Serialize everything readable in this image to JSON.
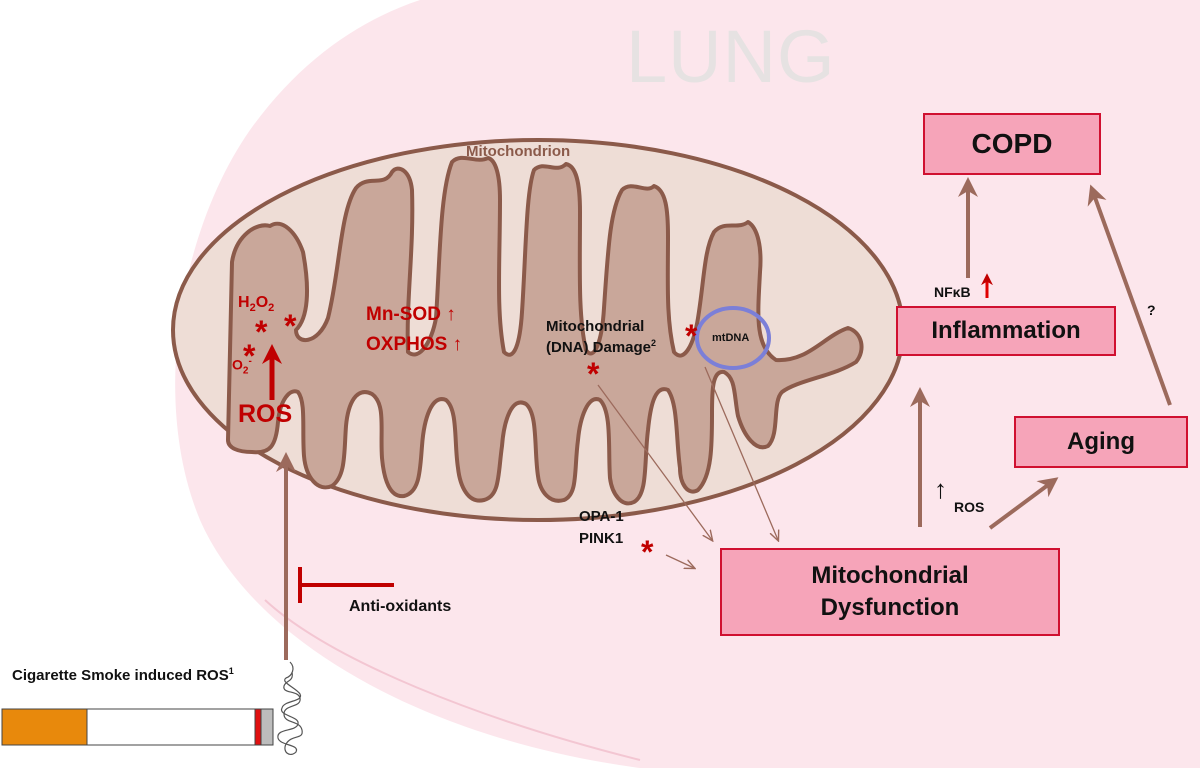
{
  "lung": {
    "label": "LUNG"
  },
  "mitochondrion": {
    "label": "Mitochondrion"
  },
  "ros_cluster": {
    "h2o2_main": "H",
    "h2o2_sub1": "2",
    "h2o2_mid": "O",
    "h2o2_sub2": "2",
    "o2_main": "O",
    "o2_sub": "2",
    "o2_sup": "-",
    "ros": "ROS"
  },
  "enzymes": {
    "line1": "Mn-SOD ↑",
    "line2": "OXPHOS ↑"
  },
  "damage": {
    "line1": "Mitochondrial",
    "line2": "(DNA) Damage",
    "sup": "2"
  },
  "mtdna": {
    "label": "mtDNA"
  },
  "proteins": {
    "line1": "OPA-1",
    "line2": "PINK1"
  },
  "antioxidants": {
    "label": "Anti-oxidants"
  },
  "smoke": {
    "label": "Cigarette Smoke induced ROS",
    "sup": "1"
  },
  "boxes": {
    "copd": "COPD",
    "inflammation": "Inflammation",
    "aging": "Aging",
    "dysfunction_line1": "Mitochondrial",
    "dysfunction_line2": "Dysfunction"
  },
  "nfkb": {
    "text": "NFκB"
  },
  "ros_arrow_label": {
    "arrow": "↑",
    "text": "ROS"
  },
  "question": {
    "text": "?"
  },
  "colors": {
    "lung_fill": "#fce6ec",
    "mito_fill": "#eeddd6",
    "mito_stroke": "#8b5a4a",
    "cristae_fill": "#c9a79a",
    "arrow_brown": "#9c6a5c",
    "accent_red": "#c00000",
    "box_fill": "#f6a4b9",
    "box_border": "#d01030",
    "mtdna_ring": "#7b7fd8",
    "cigarette_filter": "#e8890c"
  }
}
